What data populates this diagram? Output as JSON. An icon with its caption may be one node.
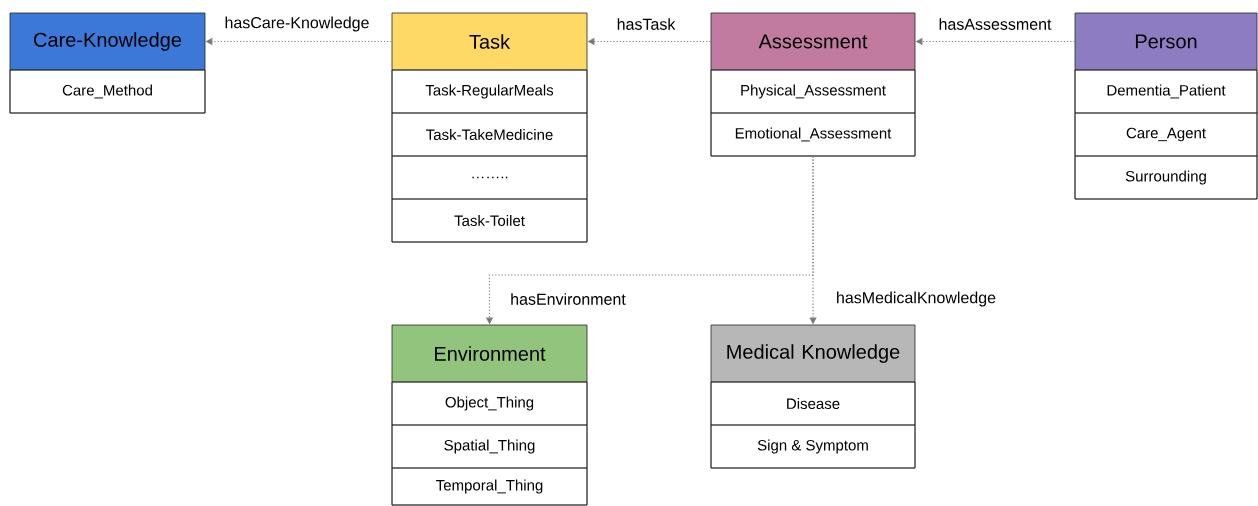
{
  "diagram": {
    "nodes": [
      {
        "text": [
          "Care-Knowledge"
        ]
      },
      {
        "text": [
          "Care_Method"
        ],
        "in": 0
      },
      {
        "text": [
          "Task"
        ]
      },
      {
        "text": [
          "Task-RegularMeals"
        ],
        "in": 2
      },
      {
        "text": [
          "Task-TakeMedicine"
        ],
        "in": 2
      },
      {
        "text": [
          "…….."
        ],
        "in": 2
      },
      {
        "text": [
          "Task-Toilet"
        ],
        "in": 2
      },
      {
        "text": [
          "Assessment"
        ]
      },
      {
        "text": [
          "Physical_Assessment"
        ],
        "in": 7
      },
      {
        "text": [
          "Emotional_Assessment"
        ],
        "in": 7
      },
      {
        "text": [
          "Person"
        ]
      },
      {
        "text": [
          "Dementia_Patient"
        ],
        "in": 10
      },
      {
        "text": [
          "Care_Agent"
        ],
        "in": 10
      },
      {
        "text": [
          "Surrounding"
        ],
        "in": 10
      },
      {
        "text": [
          "Environment"
        ]
      },
      {
        "text": [
          "Object_Thing"
        ],
        "in": 14
      },
      {
        "text": [
          "Spatial_Thing"
        ],
        "in": 14
      },
      {
        "text": [
          "Temporal_Thing"
        ],
        "in": 14
      },
      {
        "text": [
          "Medical Knowledge"
        ]
      },
      {
        "text": [
          "Disease"
        ],
        "in": 18
      },
      {
        "text": [
          "Sign & Symptom"
        ],
        "in": 18
      }
    ],
    "edges": [
      {
        "from": 2,
        "to": 0,
        "arrow": "to",
        "label": "hasCare-Knowledge"
      },
      {
        "from": 7,
        "to": 2,
        "arrow": "to",
        "label": "hasTask"
      },
      {
        "from": 10,
        "to": 7,
        "arrow": "to",
        "label": "hasAssessment"
      },
      {
        "from": 7,
        "to": 14,
        "arrow": "to",
        "label": "hasEnvironment"
      },
      {
        "from": 7,
        "to": 18,
        "arrow": "to",
        "label": "hasMedicalKnowledge"
      }
    ]
  }
}
